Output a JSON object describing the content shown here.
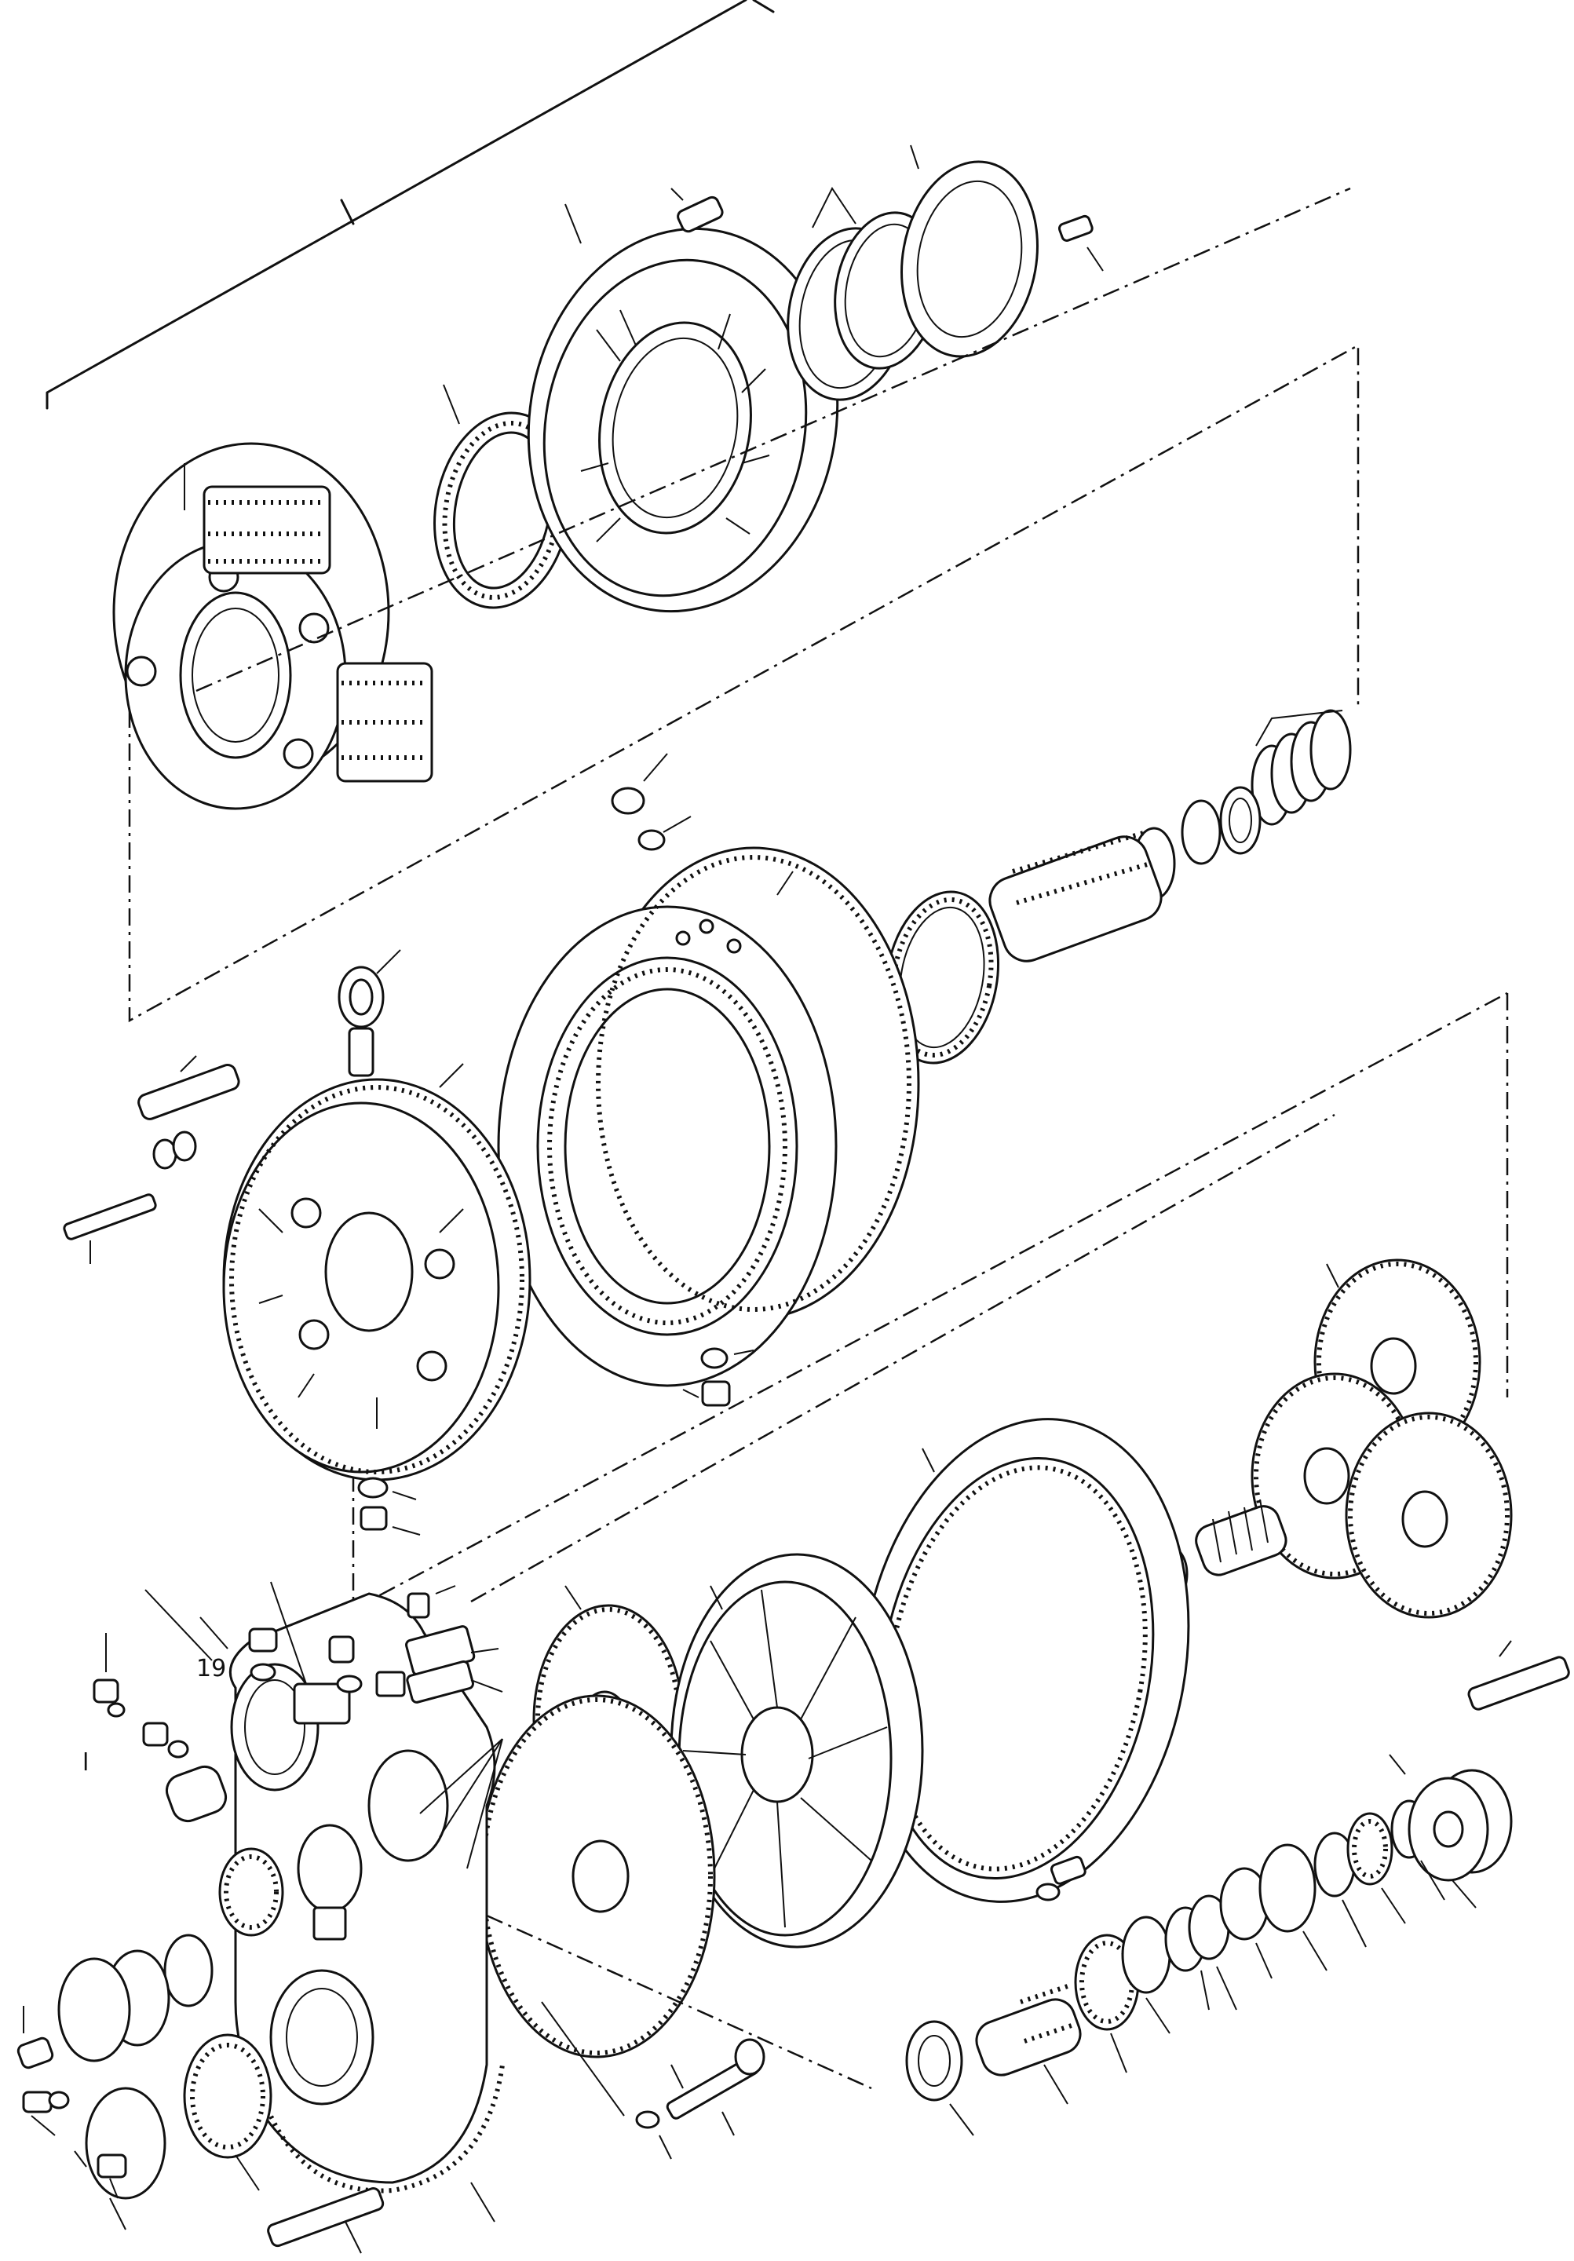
{
  "diagram": {
    "kind": "exploded-parts-view",
    "stray_glyphs": [
      "19",
      "l"
    ]
  }
}
